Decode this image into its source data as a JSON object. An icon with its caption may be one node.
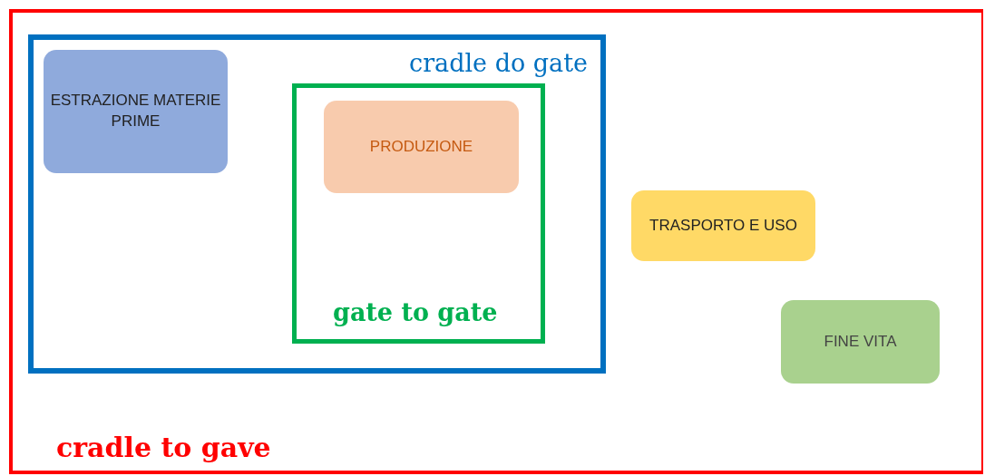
{
  "diagram": {
    "nodes": [
      {
        "text": [
          "cradle to gave"
        ]
      },
      {
        "text": [
          "cradle do gate"
        ],
        "in": 0
      },
      {
        "text": [
          "ESTRAZIONE MATERIE PRIME"
        ],
        "in": 1
      },
      {
        "text": [
          "gate to gate"
        ],
        "in": 1
      },
      {
        "text": [
          "PRODUZIONE"
        ],
        "in": 3
      },
      {
        "text": [
          "TRASPORTO E USO"
        ],
        "in": 0
      },
      {
        "text": [
          "FINE VITA"
        ],
        "in": 0
      }
    ]
  }
}
